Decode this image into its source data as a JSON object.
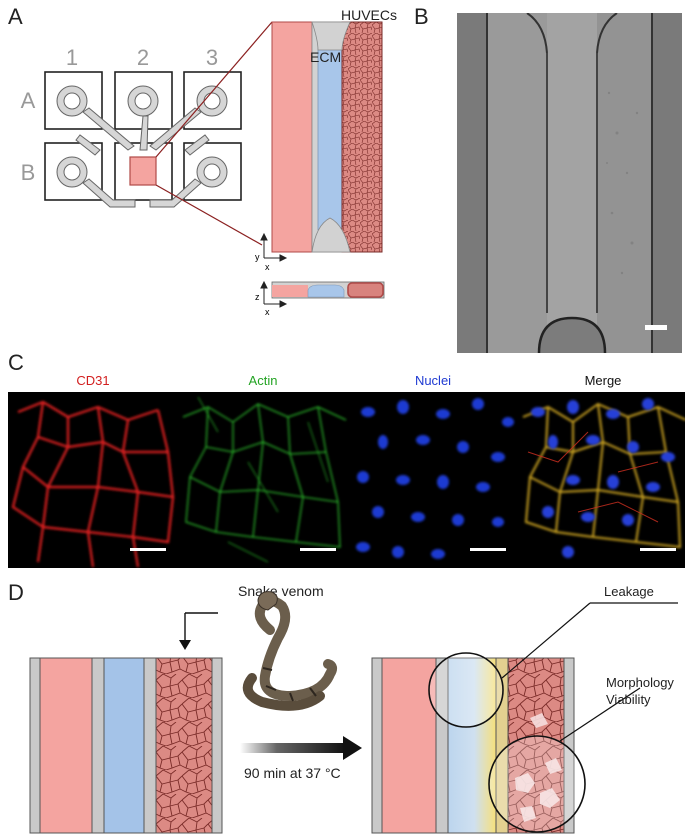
{
  "panels": {
    "a": "A",
    "b": "B",
    "c": "C",
    "d": "D"
  },
  "chip_grid": {
    "columns": [
      "1",
      "2",
      "3"
    ],
    "rows": [
      "A",
      "B"
    ]
  },
  "channel_labels": {
    "huvecs": "HUVECs",
    "ecm": "ECM"
  },
  "axes": {
    "y": "y",
    "x1": "x",
    "z": "z",
    "x2": "x"
  },
  "stains": [
    {
      "label": "CD31",
      "color": "#d21f1f"
    },
    {
      "label": "Actin",
      "color": "#23a323"
    },
    {
      "label": "Nuclei",
      "color": "#1f3ad2"
    },
    {
      "label": "Merge",
      "color": "#111111"
    }
  ],
  "panel_d": {
    "venom_label": "Snake venom",
    "treatment_label": "90 min at 37 °C",
    "leakage_label": "Leakage",
    "morphology_label": "Morphology",
    "viability_label": "Viability"
  },
  "colors": {
    "perfusion": "#f4a4a0",
    "ecm": "#a4c3e8",
    "cells": "#d8837e",
    "wall": "#c9c9c9"
  }
}
